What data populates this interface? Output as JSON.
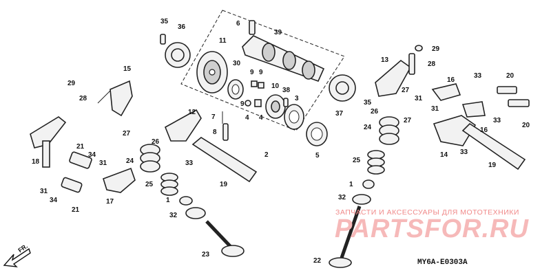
{
  "watermark": {
    "small_text": "ЗАПЧАСТИ И АКСЕССУАРЫ ДЛЯ МОТОТЕХНИКИ",
    "logo_text": "PARTSFOR.RU",
    "brand_color": "#f08a8a"
  },
  "diagram_code": "MY6A-E0303A",
  "direction_label": "FR.",
  "callouts": [
    {
      "id": "c35",
      "text": "35"
    },
    {
      "id": "c36",
      "text": "36"
    },
    {
      "id": "c6",
      "text": "6"
    },
    {
      "id": "c39",
      "text": "39"
    },
    {
      "id": "c11",
      "text": "11"
    },
    {
      "id": "c30",
      "text": "30"
    },
    {
      "id": "c9a",
      "text": "9"
    },
    {
      "id": "c9b",
      "text": "9"
    },
    {
      "id": "c9c",
      "text": "9"
    },
    {
      "id": "c4a",
      "text": "4"
    },
    {
      "id": "c4b",
      "text": "4"
    },
    {
      "id": "c10",
      "text": "10"
    },
    {
      "id": "c38",
      "text": "38"
    },
    {
      "id": "c3",
      "text": "3"
    },
    {
      "id": "c37",
      "text": "37"
    },
    {
      "id": "c5",
      "text": "5"
    },
    {
      "id": "c2",
      "text": "2"
    },
    {
      "id": "c15",
      "text": "15"
    },
    {
      "id": "c29a",
      "text": "29"
    },
    {
      "id": "c28a",
      "text": "28"
    },
    {
      "id": "c12",
      "text": "12"
    },
    {
      "id": "c7",
      "text": "7"
    },
    {
      "id": "c8",
      "text": "8"
    },
    {
      "id": "c33a",
      "text": "33"
    },
    {
      "id": "c19a",
      "text": "19"
    },
    {
      "id": "c27a",
      "text": "27"
    },
    {
      "id": "c26a",
      "text": "26"
    },
    {
      "id": "c24a",
      "text": "24"
    },
    {
      "id": "c25a",
      "text": "25"
    },
    {
      "id": "c1a",
      "text": "1"
    },
    {
      "id": "c32a",
      "text": "32"
    },
    {
      "id": "c23",
      "text": "23"
    },
    {
      "id": "c18",
      "text": "18"
    },
    {
      "id": "c21a",
      "text": "21"
    },
    {
      "id": "c34a",
      "text": "34"
    },
    {
      "id": "c31a",
      "text": "31"
    },
    {
      "id": "c17",
      "text": "17"
    },
    {
      "id": "c31b",
      "text": "31"
    },
    {
      "id": "c34b",
      "text": "34"
    },
    {
      "id": "c21b",
      "text": "21"
    },
    {
      "id": "c29b",
      "text": "29"
    },
    {
      "id": "c28b",
      "text": "28"
    },
    {
      "id": "c13",
      "text": "13"
    },
    {
      "id": "c35b",
      "text": "35"
    },
    {
      "id": "c27b",
      "text": "27"
    },
    {
      "id": "c26b",
      "text": "26"
    },
    {
      "id": "c27c",
      "text": "27"
    },
    {
      "id": "c24b",
      "text": "24"
    },
    {
      "id": "c25b",
      "text": "25"
    },
    {
      "id": "c1b",
      "text": "1"
    },
    {
      "id": "c32b",
      "text": "32"
    },
    {
      "id": "c22",
      "text": "22"
    },
    {
      "id": "c16a",
      "text": "16"
    },
    {
      "id": "c31c",
      "text": "31"
    },
    {
      "id": "c31d",
      "text": "31"
    },
    {
      "id": "c33b",
      "text": "33"
    },
    {
      "id": "c20a",
      "text": "20"
    },
    {
      "id": "c20b",
      "text": "20"
    },
    {
      "id": "c16b",
      "text": "16"
    },
    {
      "id": "c33c",
      "text": "33"
    },
    {
      "id": "c14",
      "text": "14"
    },
    {
      "id": "c33d",
      "text": "33"
    },
    {
      "id": "c19b",
      "text": "19"
    }
  ]
}
